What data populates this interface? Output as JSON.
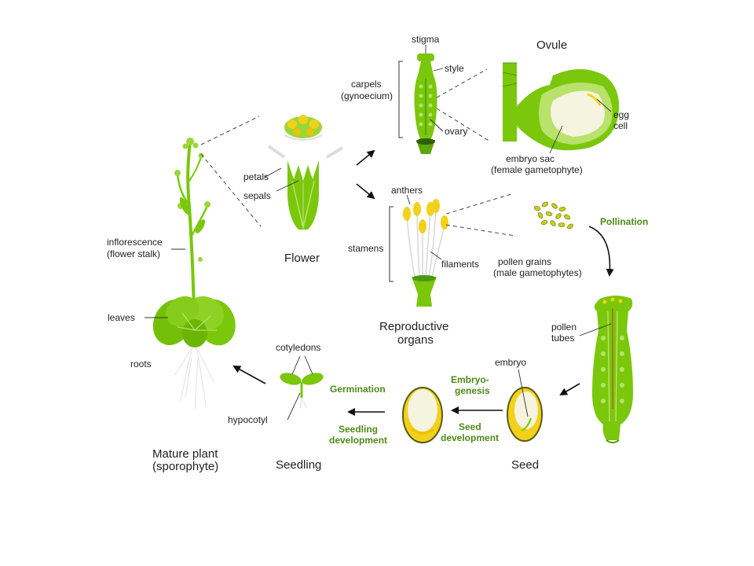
{
  "colors": {
    "plant_green": "#7ac70c",
    "dark_green": "#4a9a10",
    "light_green": "#b8e26a",
    "yellow": "#f2d11a",
    "cream": "#f4f4df",
    "seed_outline": "#5a5a18",
    "process_label": "#4e8a16"
  },
  "stages": {
    "mature_plant": "Mature plant",
    "mature_plant_sub": "(sporophyte)",
    "flower": "Flower",
    "reproductive_organs": "Reproductive",
    "reproductive_organs_sub": "organs",
    "ovule": "Ovule",
    "seed": "Seed",
    "seedling": "Seedling"
  },
  "labels": {
    "stigma": "stigma",
    "style": "style",
    "carpels": "carpels",
    "gynoecium": "(gynoecium)",
    "ovary": "ovary",
    "egg": "egg",
    "cell": "cell",
    "embryo_sac": "embryo sac",
    "female_gametophyte": "(female gametophyte)",
    "petals": "petals",
    "sepals": "sepals",
    "anthers": "anthers",
    "stamens": "stamens",
    "filaments": "filaments",
    "pollen_grains": "pollen grains",
    "male_gametophytes": "(male gametophytes)",
    "inflorescence": "inflorescence",
    "flower_stalk": "(flower stalk)",
    "leaves": "leaves",
    "roots": "roots",
    "cotyledons": "cotyledons",
    "hypocotyl": "hypocotyl",
    "pollen": "pollen",
    "tubes": "tubes",
    "embryo": "embryo"
  },
  "processes": {
    "pollination": "Pollination",
    "embryogenesis_1": "Embryo-",
    "embryogenesis_2": "genesis",
    "seed_development_1": "Seed",
    "seed_development_2": "development",
    "germination": "Germination",
    "seedling_development_1": "Seedling",
    "seedling_development_2": "development"
  }
}
